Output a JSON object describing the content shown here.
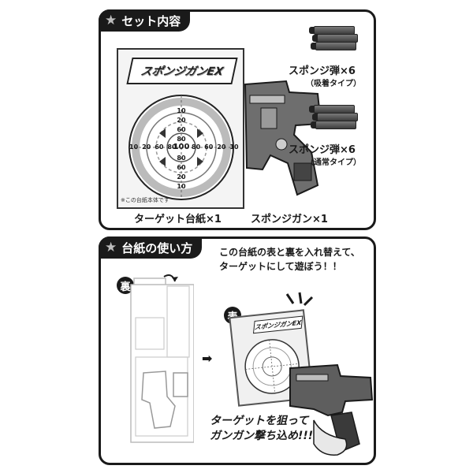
{
  "top_section": {
    "title": "セット内容",
    "dart_suction": {
      "label": "スポンジ弾×6",
      "sub": "（吸着タイプ）"
    },
    "dart_normal": {
      "label": "スポンジ弾×6",
      "sub": "（通常タイプ）"
    },
    "target_caption": "ターゲット台紙×1",
    "gun_caption": "スポンジガン×1",
    "card_logo": "スポンジガンEX",
    "card_footnote": "※この台紙本体です",
    "target_numbers": {
      "top": [
        "10",
        "20",
        "60",
        "80"
      ],
      "bottom": [
        "80",
        "60",
        "20",
        "10"
      ],
      "left": [
        "10",
        "20",
        "60",
        "80"
      ],
      "right": [
        "80",
        "60",
        "20",
        "10"
      ],
      "center": "100"
    }
  },
  "bottom_section": {
    "title": "台紙の使い方",
    "instruction_line1": "この台紙の表と裏を入れ替えて、",
    "instruction_line2": "ターゲットにして遊ぼう！！",
    "back_badge": "裏",
    "front_badge": "表",
    "slogan_line1": "ターゲットを狙って",
    "slogan_line2": "ガンガン撃ち込め!!!"
  },
  "colors": {
    "ink": "#1a1a1a",
    "gray": "#9a9a9a",
    "light_gray": "#d6d6d6"
  }
}
